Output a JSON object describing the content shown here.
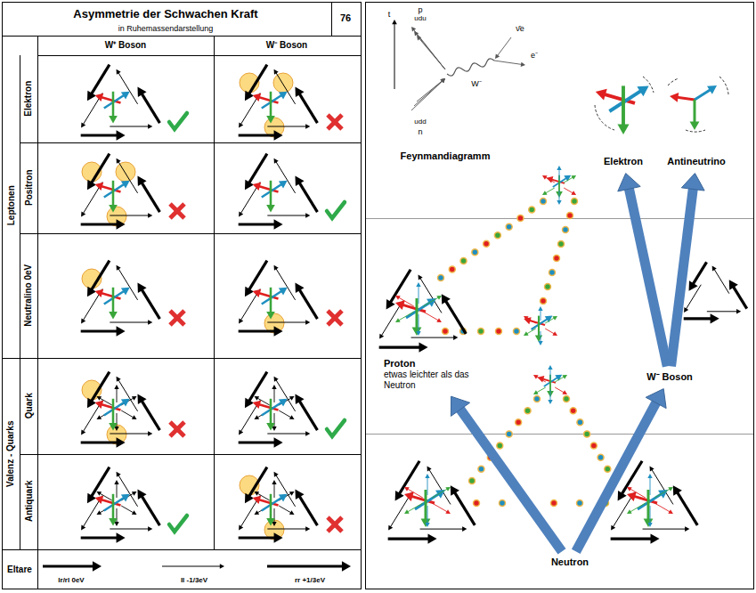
{
  "diagram": {
    "title": "Asymmetrie der Schwachen Kraft",
    "nodes": [
      {
        "text": [
          "Feynmandiagramm"
        ]
      },
      {
        "text": [
          "Elektron"
        ]
      },
      {
        "text": [
          "Antineutrino"
        ]
      },
      {
        "text": [
          "Proton",
          "etwas leichter als das Neutron"
        ]
      },
      {
        "text": [
          "W⁻ Boson"
        ]
      },
      {
        "text": [
          "Neutron"
        ]
      }
    ],
    "edges": [
      {
        "from": 5,
        "to": 3,
        "arrow": "to"
      },
      {
        "from": 5,
        "to": 4,
        "arrow": "to"
      },
      {
        "from": 4,
        "to": 1,
        "arrow": "to"
      },
      {
        "from": 4,
        "to": 2,
        "arrow": "to"
      }
    ],
    "labels": [
      "in Ruhemassendarstellung",
      "76",
      "W⁺ Boson",
      "W⁻ Boson",
      "Leptonen",
      "Elektron",
      "Positron",
      "Neutralino 0eV",
      "Valenz - Quarks",
      "Quark",
      "Antiquark",
      "Eltare",
      "lr/rl 0eV",
      "ll -1/3eV",
      "rr +1/3eV",
      "t",
      "p",
      "udu",
      "ν̄e",
      "e⁻",
      "W⁻",
      "udd",
      "n"
    ]
  }
}
